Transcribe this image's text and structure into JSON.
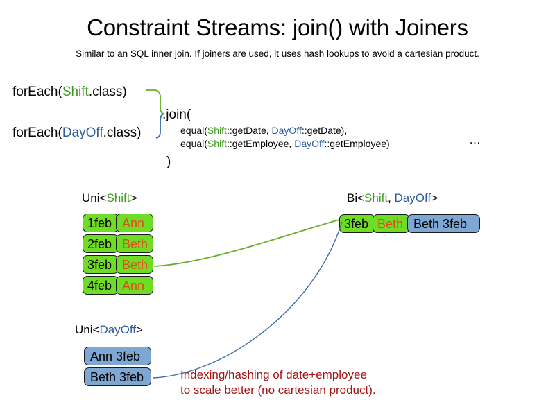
{
  "header": {
    "title": "Constraint Streams: join() with Joiners",
    "subtitle": "Similar to an SQL inner join. If joiners are used, it uses hash lookups to avoid a cartesian product."
  },
  "code": {
    "foreach_shift": {
      "prefix": "forEach(",
      "type": "Shift",
      "suffix": ".class)"
    },
    "foreach_dayoff": {
      "prefix": "forEach(",
      "type": "DayOff",
      "suffix": ".class)"
    },
    "join_open": ".join(",
    "join_close": ")",
    "joiners": [
      {
        "prefix": "equal(",
        "left_type": "Shift",
        "left_ref": "::getDate, ",
        "right_type": "DayOff",
        "right_ref": "::getDate),"
      },
      {
        "prefix": "equal(",
        "left_type": "Shift",
        "left_ref": "::getEmployee, ",
        "right_type": "DayOff",
        "right_ref": "::getEmployee)"
      }
    ],
    "ellipsis": "…"
  },
  "streams": {
    "uni_shift": {
      "label_prefix": "Uni<",
      "label_type": "Shift",
      "label_suffix": ">",
      "rows": [
        {
          "date": "1feb",
          "employee": "Ann"
        },
        {
          "date": "2feb",
          "employee": "Beth"
        },
        {
          "date": "3feb",
          "employee": "Beth"
        },
        {
          "date": "4feb",
          "employee": "Ann"
        }
      ]
    },
    "uni_dayoff": {
      "label_prefix": "Uni<",
      "label_type": "DayOff",
      "label_suffix": ">",
      "rows": [
        {
          "pair": "Ann 3feb"
        },
        {
          "pair": "Beth 3feb"
        }
      ]
    },
    "bi": {
      "label_prefix": "Bi<",
      "label_type_a": "Shift",
      "label_separator": ", ",
      "label_type_b": "DayOff",
      "label_suffix": ">",
      "row": {
        "date": "3feb",
        "employee": "Beth",
        "pair": "Beth 3feb"
      }
    }
  },
  "caption": {
    "line1": "Indexing/hashing of date+employee",
    "line2": "to scale better (no cartesian product)."
  },
  "colors": {
    "shift_green_text": "#3e9b1f",
    "dayoff_blue_text": "#2b5c9e",
    "box_green_fill": "#6fdc26",
    "box_blue_fill": "#7ea7d3",
    "employee_orange": "#e8491a",
    "caption_red": "#a31515",
    "rule_purple": "#5b2a5b",
    "connector_green": "#6aad28",
    "connector_blue": "#3b6ea8"
  }
}
